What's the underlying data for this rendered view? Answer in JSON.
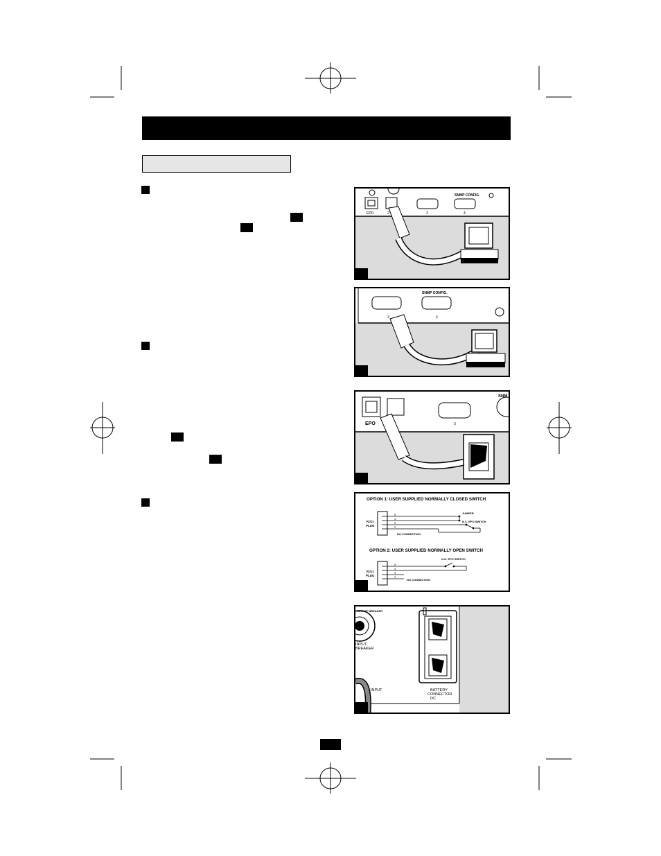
{
  "page": {
    "header_title": "",
    "section_heading": "",
    "page_number": ""
  },
  "figures": [
    {
      "id": "usb-connection",
      "labels": [
        "EPO",
        "2",
        "3",
        "4",
        "SNMP CONFIG."
      ]
    },
    {
      "id": "serial-connection",
      "labels": [
        "SNMP CONFIG.",
        "3",
        "4"
      ]
    },
    {
      "id": "epo-connection",
      "labels": [
        "EPO",
        "3",
        "SNM"
      ]
    },
    {
      "id": "epo-wiring",
      "option1_title": "OPTION 1: USER SUPPLIED NORMALLY CLOSED SWITCH",
      "option2_title": "OPTION 2: USER SUPPLIED NORMALLY OPEN SWITCH",
      "rj11_label_line1": "RJ11",
      "rj11_label_line2": "PLUG",
      "jumper": "JUMPER",
      "nc_switch": "N.C. EPO SWITCH",
      "no_switch": "N.O. EPO SWITCH",
      "no_connection": "NO CONNECTION",
      "pins_option1": [
        "5",
        "4",
        "3",
        "2"
      ],
      "pins_option2": [
        "5",
        "4",
        "3",
        "2"
      ]
    },
    {
      "id": "battery-connector",
      "input_breaker_line1": "INPUT",
      "input_breaker_line2": "BREAKER",
      "breaker_ring_text": "CIRCUIT BREAKER",
      "input": "INPUT",
      "battery_line1": "BATTERY",
      "battery_line2": "CONNECTOR",
      "battery_line3": "DC"
    }
  ],
  "colors": {
    "ink": "#000000",
    "panel_gray": "#dcdcdc",
    "subhead_fill": "#e6e6e6"
  }
}
